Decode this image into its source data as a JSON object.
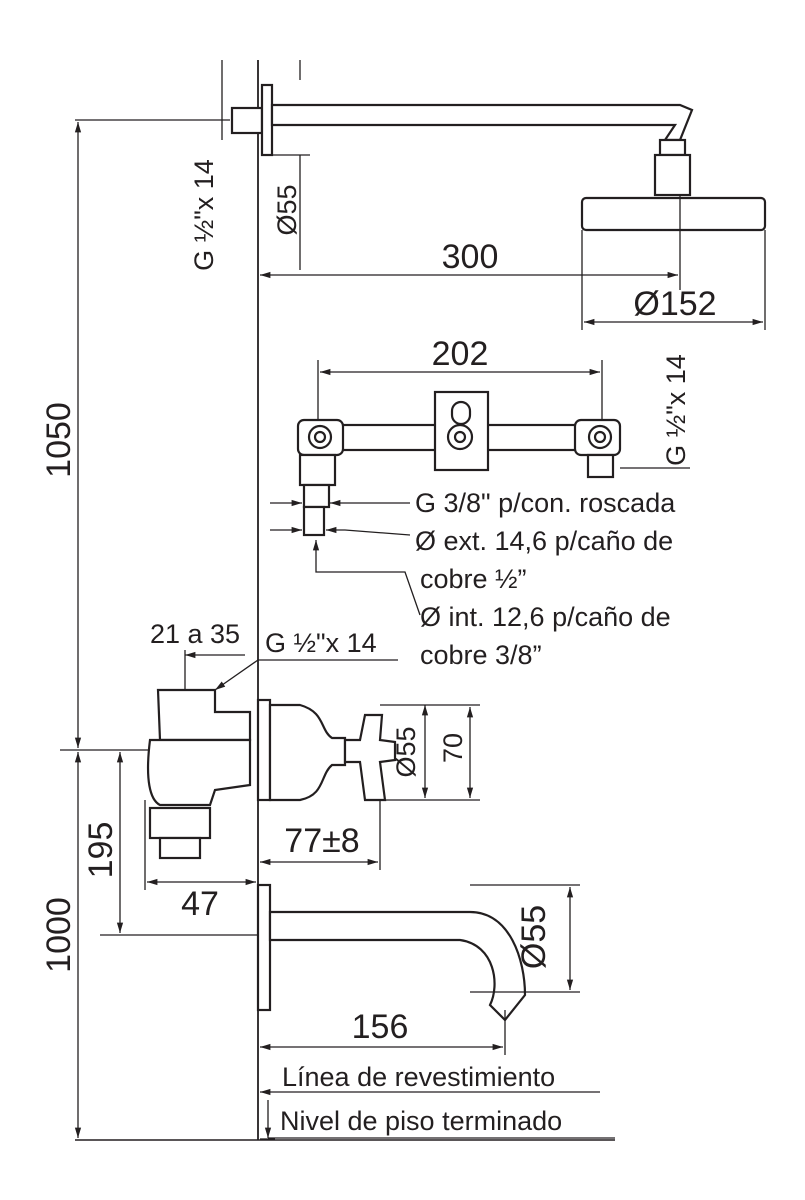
{
  "dimensions": {
    "total_height_shower": "1050",
    "floor_to_mixer": "1000",
    "mixer_height": "195",
    "shower_arm_length": "300",
    "shower_head_diameter": "Ø152",
    "shower_flange_diameter": "Ø55",
    "shower_thread": "G ½\"x 14",
    "manifold_width": "202",
    "manifold_thread": "G ½\"x 14",
    "adjust_range": "21 a 35",
    "mixer_thread": "G ½\"x 14",
    "handle_diameter": "Ø55",
    "handle_height": "70",
    "handle_projection": "77±8",
    "mixer_projection": "47",
    "spout_diameter": "Ø55",
    "spout_length": "156"
  },
  "notes": {
    "thread_connection": "G 3/8\" p/con. roscada",
    "ext_line1": "Ø ext. 14,6 p/caño de",
    "ext_line2": "cobre ½”",
    "int_line1": "Ø int. 12,6 p/caño de",
    "int_line2": "cobre 3/8”"
  },
  "reference_lines": {
    "wall_line": "Línea de revestimiento",
    "floor_line": "Nivel de piso terminado"
  }
}
